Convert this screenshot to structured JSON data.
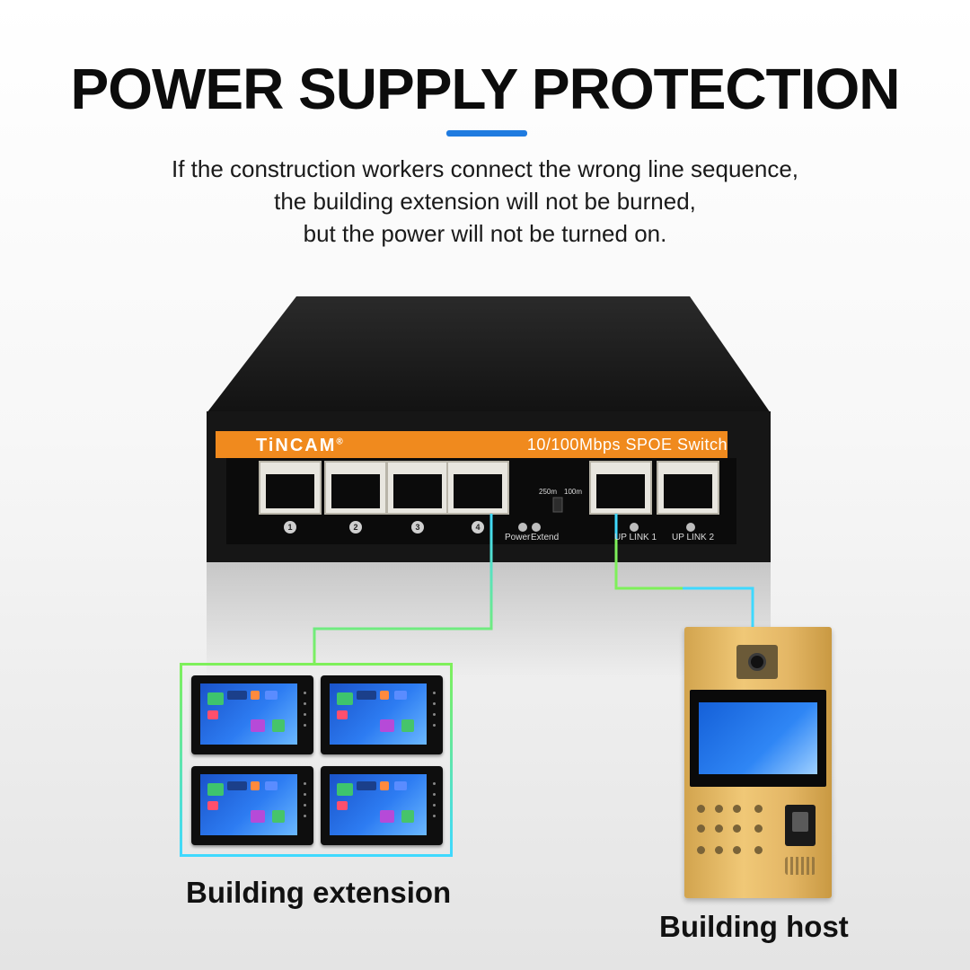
{
  "title": "POWER SUPPLY PROTECTION",
  "subtitle": {
    "line1": "If the construction workers connect the wrong line sequence,",
    "line2": "the building extension will not be burned,",
    "line3": "but the power will not be turned on."
  },
  "device": {
    "brand": "TiNCAM",
    "brand_mark": "®",
    "model": "10/100Mbps SPOE Switch",
    "ports": [
      "1",
      "2",
      "3",
      "4"
    ],
    "indicators": {
      "power": "Power",
      "extend": "Extend"
    },
    "dip": {
      "left": "250m",
      "right": "100m"
    },
    "uplinks": [
      "UP LINK 1",
      "UP LINK 2"
    ]
  },
  "labels": {
    "extension": "Building extension",
    "host": "Building host"
  },
  "colors": {
    "accent_bar": "#1f7be0",
    "panel_orange": "#f08a1e",
    "line_green": "#7ef05a",
    "line_cyan": "#3fd9ff"
  }
}
